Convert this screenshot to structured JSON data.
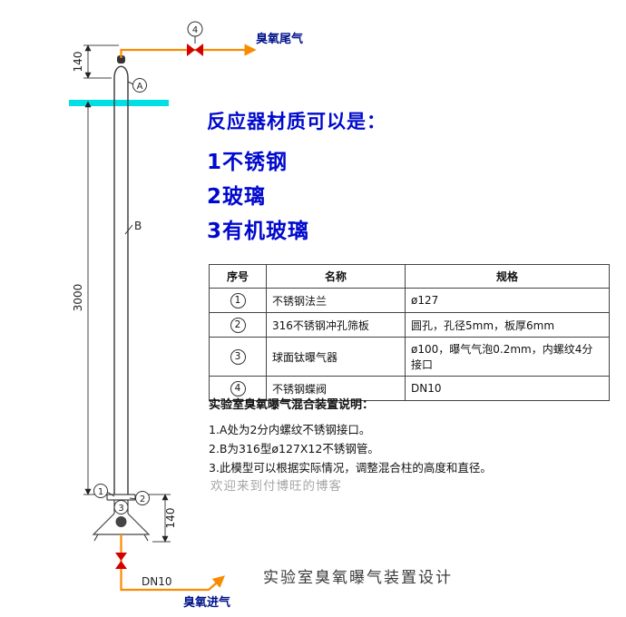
{
  "drawing": {
    "dim_top": "140",
    "dim_column": "3000",
    "dim_bottom": "140",
    "label_a": "A",
    "label_b": "B",
    "balloon_top_valve": "4",
    "balloon_flange": "1",
    "balloon_sieve_plate": "2",
    "balloon_aerator": "3",
    "pipe_top_label": "臭氧尾气",
    "pipe_bottom_label": "臭氧进气",
    "pipe_bottom_size": "DN10"
  },
  "material_note": {
    "title": "反应器材质可以是：",
    "options": [
      "1不锈钢",
      "2玻璃",
      "3有机玻璃"
    ]
  },
  "parts_table": {
    "headers": [
      "序号",
      "名称",
      "规格"
    ],
    "rows": [
      {
        "no": "1",
        "name": "不锈钢法兰",
        "spec": "ø127"
      },
      {
        "no": "2",
        "name": "316不锈钢冲孔筛板",
        "spec": "圆孔，孔径5mm，板厚6mm"
      },
      {
        "no": "3",
        "name": "球面钛曝气器",
        "spec": "ø100，曝气气泡0.2mm，内螺纹4分接口"
      },
      {
        "no": "4",
        "name": "不锈钢蝶阀",
        "spec": "DN10"
      }
    ]
  },
  "notes": {
    "title": "实验室臭氧曝气混合装置说明：",
    "items": [
      "1.A处为2分内螺纹不锈钢接口。",
      "2.B为316型ø127X12不锈钢管。",
      "3.此模型可以根据实际情况，调整混合柱的高度和直径。"
    ]
  },
  "watermark": "欢迎来到付博旺的博客",
  "caption": "实验室臭氧曝气装置设计",
  "colors": {
    "pipe_orange": "#f98b00",
    "valve_red": "#d40000",
    "water_cyan": "#00dfe4",
    "note_blue": "#0009cd",
    "gas_label_blue": "#00128b"
  }
}
